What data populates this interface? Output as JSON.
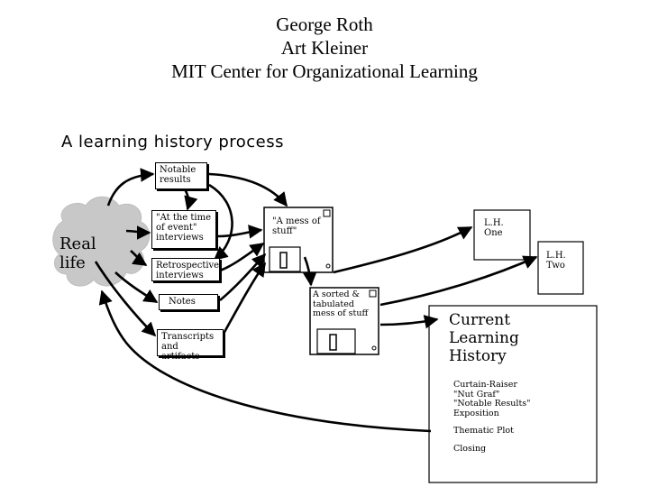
{
  "header": {
    "line1": "George Roth",
    "line2": "Art Kleiner",
    "line3": "MIT Center for Organizational Learning"
  },
  "diagram": {
    "title": "A learning history process",
    "real_life": {
      "line1": "Real",
      "line2": "life"
    },
    "boxes": {
      "notable_results": "Notable results",
      "at_the_time": "\"At the time of event\" interviews",
      "retrospective": "Retrospective interviews",
      "notes": "Notes",
      "transcripts": "Transcripts and artifacts"
    },
    "disk1": "\"A mess of stuff\"",
    "disk2": "A sorted & tabulated mess of stuff",
    "lh_one": "L.H. One",
    "lh_two": "L.H. Two",
    "document": {
      "title_line1": "Current",
      "title_line2": "Learning",
      "title_line3": "History",
      "item1": "Curtain-Raiser",
      "item2": "\"Nut Graf\"",
      "item3": "\"Notable Results\"",
      "item4": "Exposition",
      "item5": "Thematic Plot",
      "item6": "Closing"
    }
  }
}
